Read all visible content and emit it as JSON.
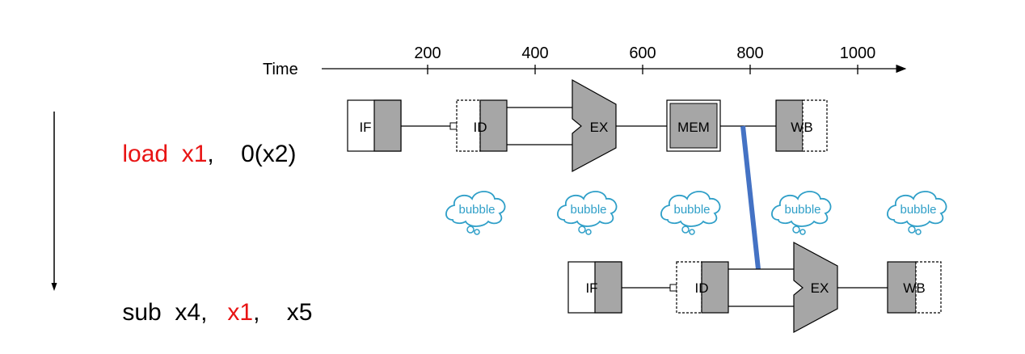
{
  "timeline": {
    "label": "Time",
    "ticks": [
      "200",
      "400",
      "600",
      "800",
      "1000"
    ]
  },
  "instructions": [
    {
      "parts": [
        {
          "text": "load  x1",
          "highlight": true
        },
        {
          "text": ",    0(x2)",
          "highlight": false
        }
      ]
    },
    {
      "parts": [
        {
          "text": "sub  x4,   ",
          "highlight": false
        },
        {
          "text": "x1",
          "highlight": true
        },
        {
          "text": ",    x5",
          "highlight": false
        }
      ]
    }
  ],
  "stages": {
    "if": "IF",
    "id": "ID",
    "ex": "EX",
    "mem": "MEM",
    "wb": "WB"
  },
  "bubble_label": "bubble",
  "bubble_count": 5,
  "colors": {
    "stage_fill": "#a6a6a6",
    "forward_line": "#4472c4",
    "bubble": "#2f9fc8",
    "highlight_text": "#e81414"
  }
}
